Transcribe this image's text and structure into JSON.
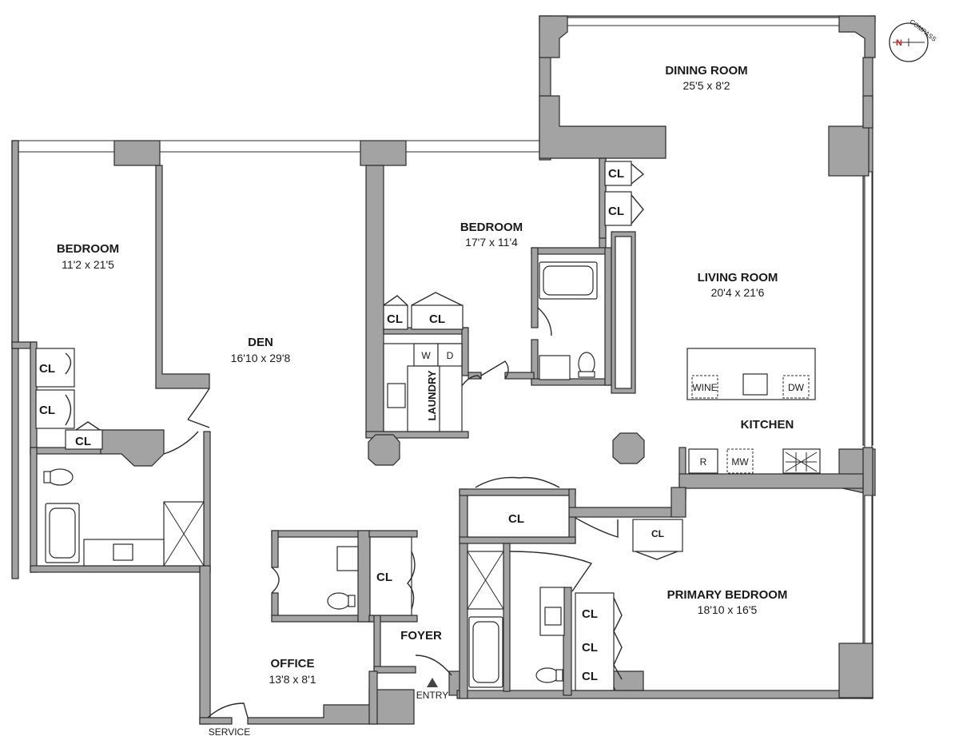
{
  "rooms": {
    "dining": {
      "name": "DINING ROOM",
      "dims": "25'5 x 8'2"
    },
    "bedroom_west": {
      "name": "BEDROOM",
      "dims": "11'2 x 21'5"
    },
    "den": {
      "name": "DEN",
      "dims": "16'10 x 29'8"
    },
    "bedroom_center": {
      "name": "BEDROOM",
      "dims": "17'7 x 11'4"
    },
    "living": {
      "name": "LIVING ROOM",
      "dims": "20'4 x 21'6"
    },
    "kitchen": {
      "name": "KITCHEN"
    },
    "primary": {
      "name": "PRIMARY BEDROOM",
      "dims": "18'10 x 16'5"
    },
    "office": {
      "name": "OFFICE",
      "dims": "13'8 x 8'1"
    },
    "foyer": {
      "name": "FOYER"
    },
    "laundry": {
      "name": "LAUNDRY"
    }
  },
  "closet_label": "CL",
  "appliances": {
    "washer": "W",
    "dryer": "D",
    "wine": "WINE",
    "dishwasher": "DW",
    "refrigerator": "R",
    "microwave": "MW"
  },
  "entry_label": "ENTRY",
  "service_label": "SERVICE",
  "compass": {
    "label": "COMPASS",
    "north": "N"
  },
  "colors": {
    "wall": "#a3a3a3",
    "line": "#2b2b2b",
    "north": "#d62020"
  }
}
